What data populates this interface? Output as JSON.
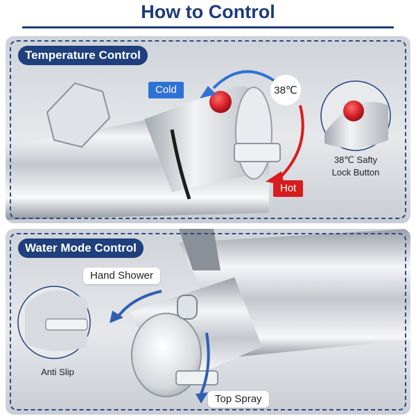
{
  "title": "How to Control",
  "temperature_section": {
    "label": "Temperature Control",
    "cold_label": "Cold",
    "hot_label": "Hot",
    "temp_value": "38℃",
    "lock_caption_line1": "38℃ Safty",
    "lock_caption_line2": "Lock Button"
  },
  "water_section": {
    "label": "Water Mode Control",
    "hand_shower_label": "Hand Shower",
    "top_spray_label": "Top Spray",
    "anti_slip_caption": "Anti Slip"
  },
  "colors": {
    "title": "#1d3b7a",
    "label_bg": "#1f3f7d",
    "cold": "#2f72d6",
    "hot": "#d71d1d",
    "safety_button": "#d3202a"
  }
}
